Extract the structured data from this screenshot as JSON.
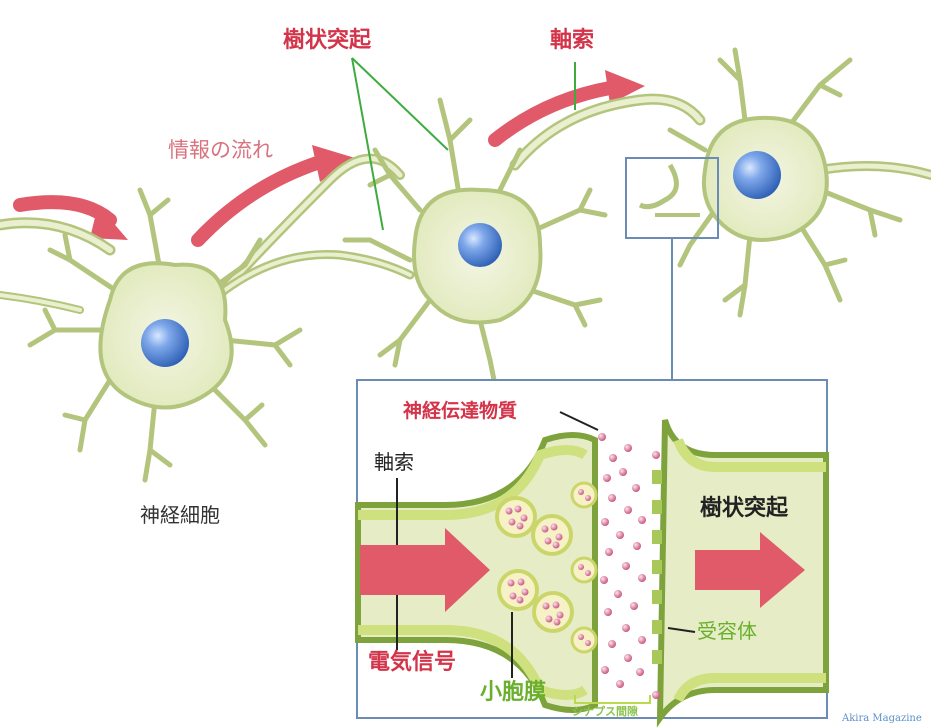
{
  "labels": {
    "dendrite_top": "樹状突起",
    "axon_top": "軸索",
    "info_flow": "情報の流れ",
    "neuron": "神経細胞",
    "neurotransmitter": "神経伝達物質",
    "axon_inset": "軸索",
    "dendrite_inset": "樹状突起",
    "electric_signal": "電気信号",
    "vesicle": "小胞膜",
    "synaptic_cleft": "シナプス間隙",
    "receptor": "受容体"
  },
  "watermark": "Akira Magazine",
  "colors": {
    "cell_fill": "#e9efcf",
    "cell_stroke": "#b3c57d",
    "nucleus": "#4f84d6",
    "arrow": "#e05a6a",
    "pointer_green": "#3faa3f",
    "inset_border": "#6b8db5",
    "membrane_dark": "#7ea33c",
    "membrane_light": "#cfe07e",
    "vesicle_pink": "#d9668a"
  }
}
